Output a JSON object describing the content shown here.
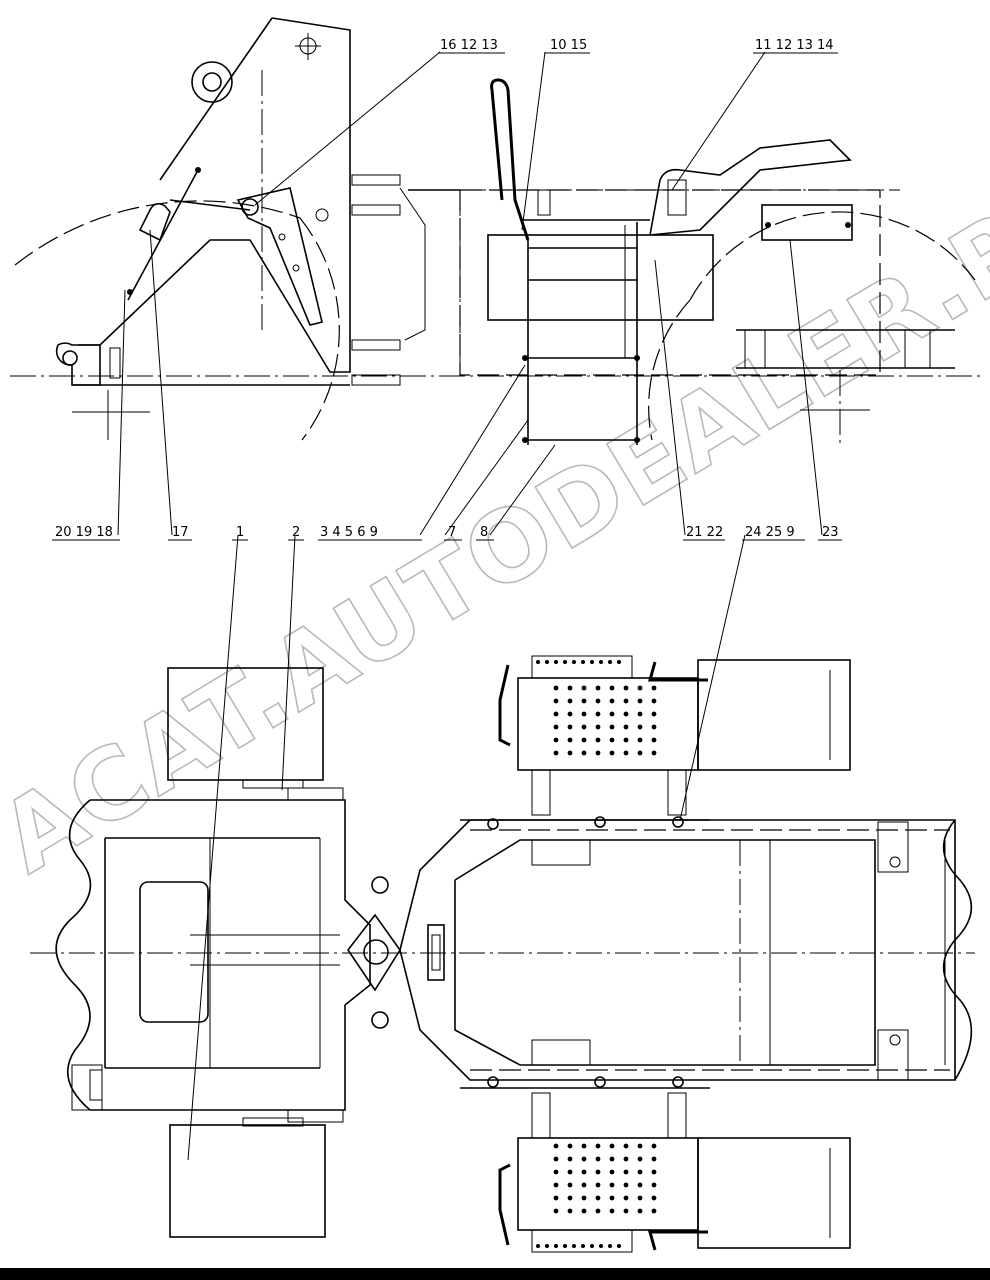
{
  "watermark": "ACAT.AUTODEALER.RU",
  "callouts": [
    {
      "id": "c-16-12-13",
      "text": "16 12 13"
    },
    {
      "id": "c-10-15",
      "text": "10 15"
    },
    {
      "id": "c-11-12-13-14",
      "text": "11 12 13 14"
    },
    {
      "id": "c-20-19-18",
      "text": "20 19 18"
    },
    {
      "id": "c-17",
      "text": "17"
    },
    {
      "id": "c-1",
      "text": "1"
    },
    {
      "id": "c-2",
      "text": "2"
    },
    {
      "id": "c-3-4-5-6-9",
      "text": "3 4 5 6 9"
    },
    {
      "id": "c-7",
      "text": "7"
    },
    {
      "id": "c-8",
      "text": "8"
    },
    {
      "id": "c-21-22",
      "text": "21 22"
    },
    {
      "id": "c-24-25-9",
      "text": "24 25 9"
    },
    {
      "id": "c-23",
      "text": "23"
    }
  ]
}
